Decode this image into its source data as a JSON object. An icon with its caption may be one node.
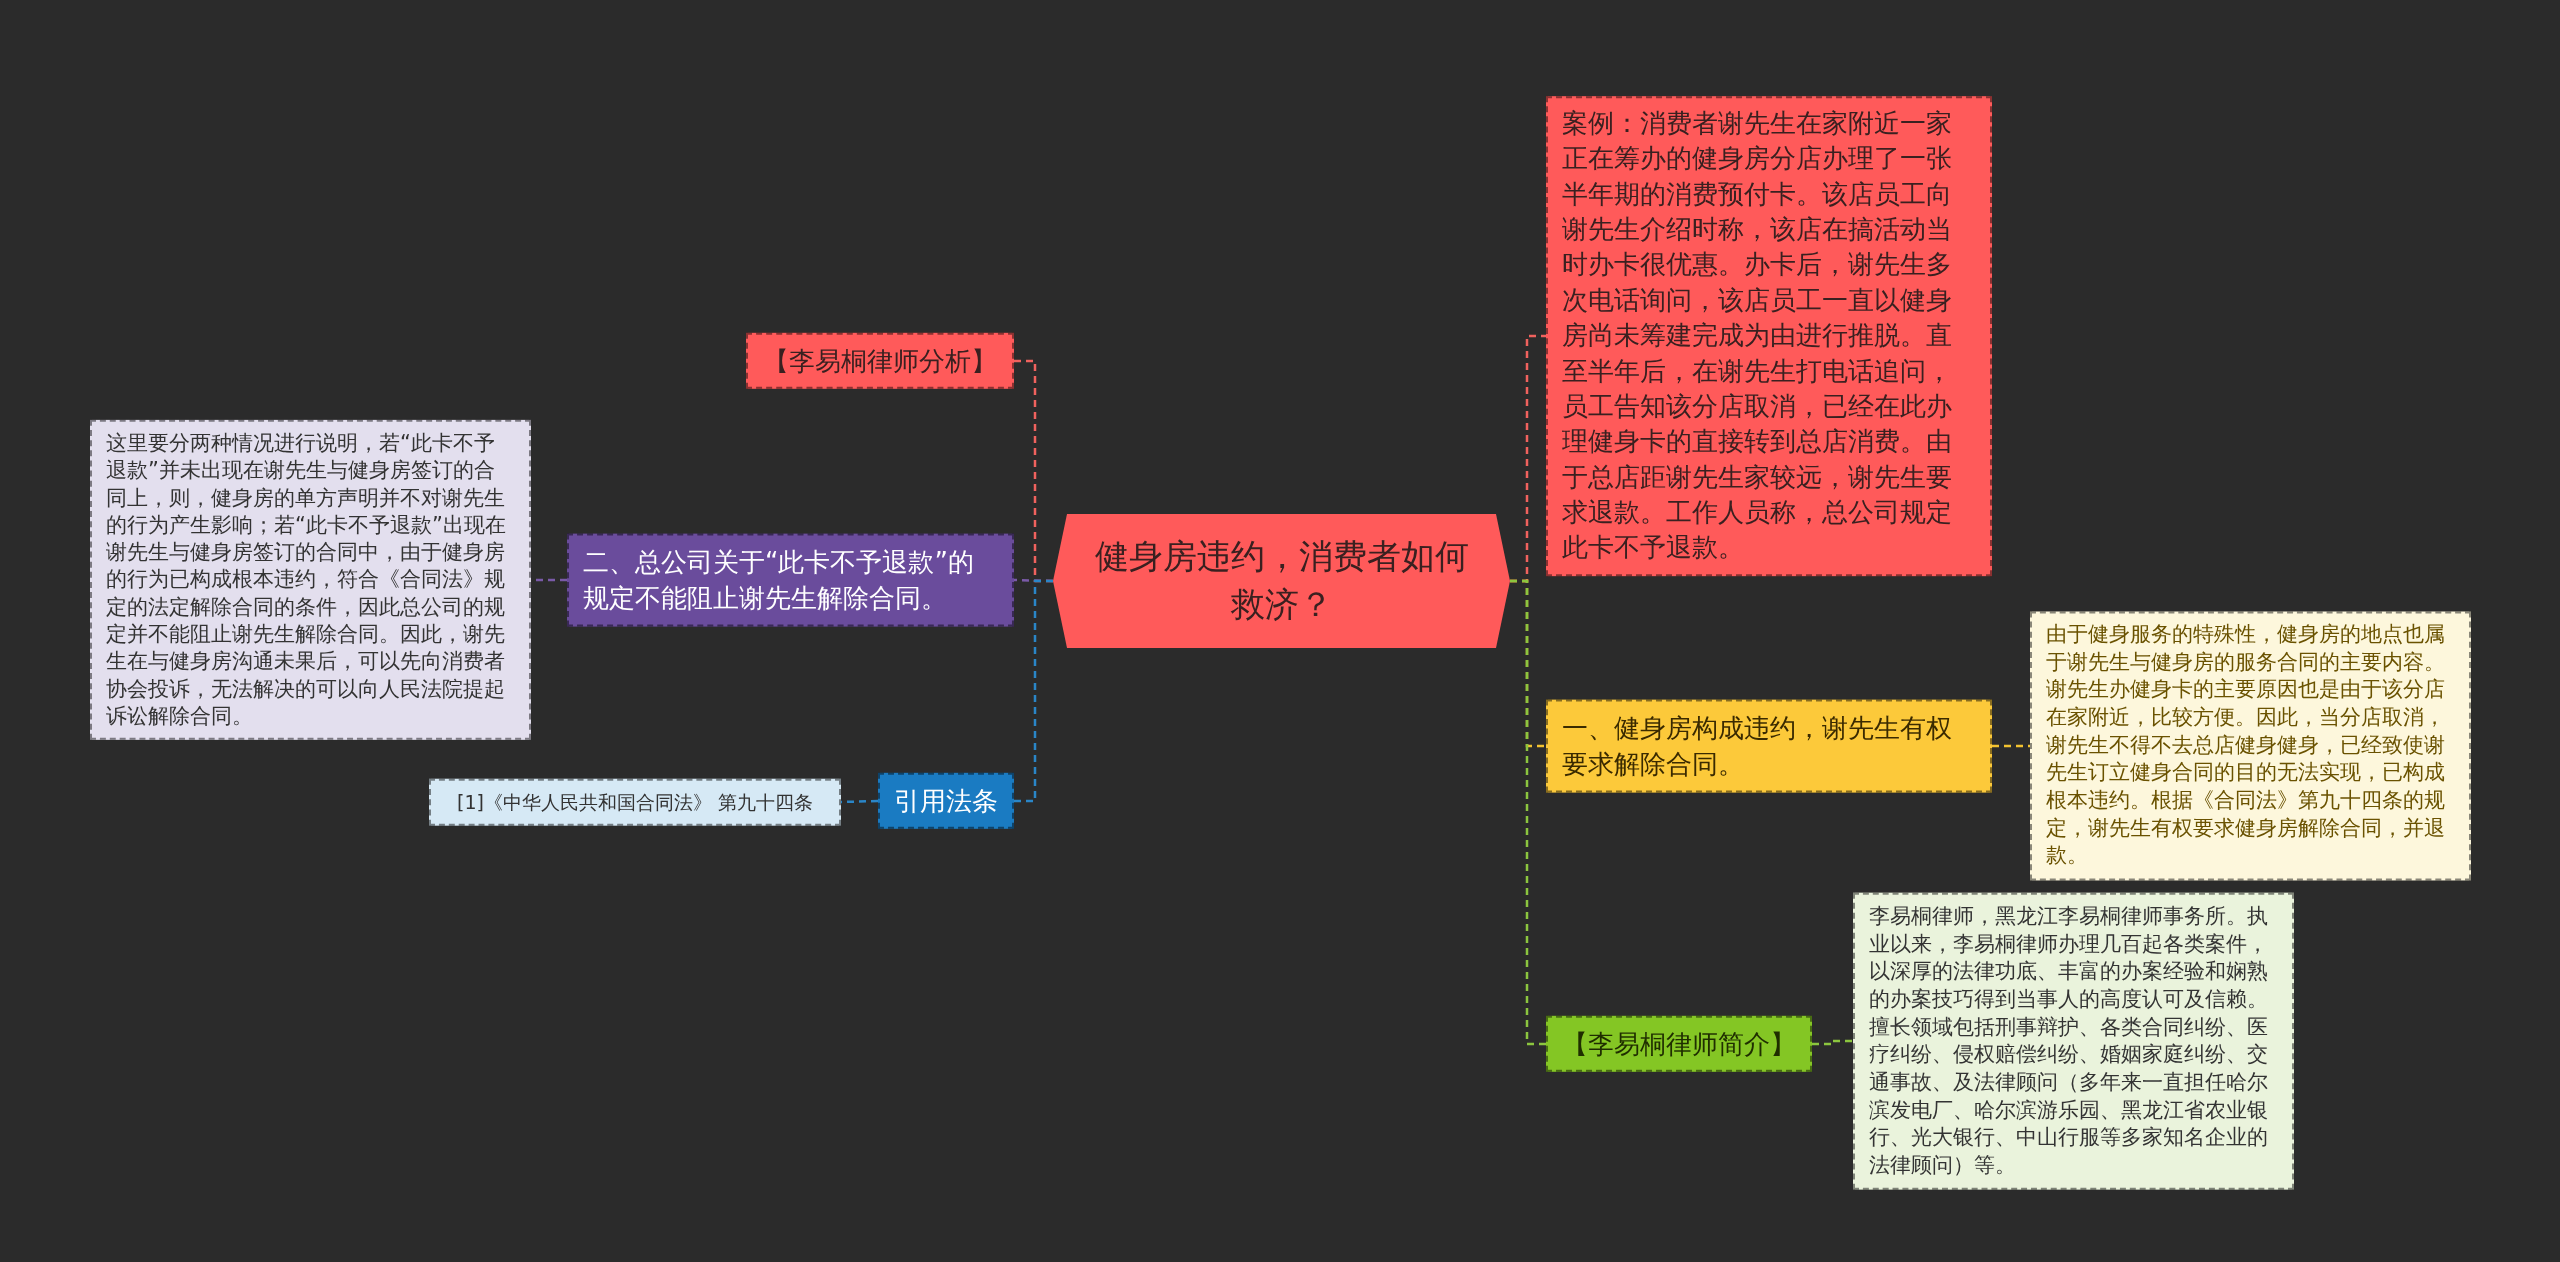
{
  "diagram": {
    "nodes": [
      {
        "text": [
          "健身房违约，消费者如何救济？"
        ]
      },
      {
        "text": [
          "【李易桐律师分析】"
        ]
      },
      {
        "text": [
          "二、总公司关于“此卡不予退款”的规定不能阻止谢先生解除合同。"
        ]
      },
      {
        "text": [
          "这里要分两种情况进行说明，若“此卡不予退款”并未出现在谢先生与健身房签订的合同上，则，健身房的单方声明并不对谢先生的行为产生影响；若“此卡不予退款”出现在谢先生与健身房签订的合同中，由于健身房的行为已构成根本违约，符合《合同法》规定的法定解除合同的条件，因此总公司的规定并不能阻止谢先生解除合同。因此，谢先生在与健身房沟通未果后，可以先向消费者协会投诉，无法解决的可以向人民法院提起诉讼解除合同。"
        ]
      },
      {
        "text": [
          "引用法条"
        ]
      },
      {
        "text": [
          "[1]《中华人民共和国合同法》 第九十四条"
        ]
      },
      {
        "text": [
          "案例：消费者谢先生在家附近一家正在筹办的健身房分店办理了一张半年期的消费预付卡。该店员工向谢先生介绍时称，该店在搞活动当时办卡很优惠。办卡后，谢先生多次电话询问，该店员工一直以健身房尚未筹建完成为由进行推脱。直至半年后，在谢先生打电话追问，员工告知该分店取消，已经在此办理健身卡的直接转到总店消费。由于总店距谢先生家较远，谢先生要求退款。工作人员称，总公司规定此卡不予退款。"
        ]
      },
      {
        "text": [
          "一、健身房构成违约，谢先生有权要求解除合同。"
        ]
      },
      {
        "text": [
          "由于健身服务的特殊性，健身房的地点也属于谢先生与健身房的服务合同的主要内容。谢先生办健身卡的主要原因也是由于该分店在家附近，比较方便。因此，当分店取消，谢先生不得不去总店健身健身，已经致使谢先生订立健身合同的目的无法实现，已构成根本违约。根据《合同法》第九十四条的规定，谢先生有权要求健身房解除合同，并退款。"
        ]
      },
      {
        "text": [
          "【李易桐律师简介】"
        ]
      },
      {
        "text": [
          "李易桐律师，黑龙江李易桐律师事务所。执业以来，李易桐律师办理几百起各类案件，以深厚的法律功底、丰富的办案经验和娴熟的办案技巧得到当事人的高度认可及信赖。擅长领域包括刑事辩护、各类合同纠纷、医疗纠纷、侵权赔偿纠纷、婚姻家庭纠纷、交通事故、及法律顾问（多年来一直担任哈尔滨发电厂、哈尔滨游乐园、黑龙江省农业银行、光大银行、中山行服等多家知名企业的法律顾问）等。"
        ]
      }
    ],
    "edges": [
      {
        "from": 0,
        "to": 1,
        "arrow": "none",
        "style": "dashed",
        "color": "#f0625e"
      },
      {
        "from": 0,
        "to": 2,
        "arrow": "none",
        "style": "dashed",
        "color": "#7a5aa8"
      },
      {
        "from": 2,
        "to": 3,
        "arrow": "none",
        "style": "dashed",
        "color": "#7a5aa8"
      },
      {
        "from": 0,
        "to": 4,
        "arrow": "none",
        "style": "dashed",
        "color": "#2a86c8"
      },
      {
        "from": 4,
        "to": 5,
        "arrow": "none",
        "style": "dashed",
        "color": "#2a86c8"
      },
      {
        "from": 0,
        "to": 6,
        "arrow": "none",
        "style": "dashed",
        "color": "#f0625e"
      },
      {
        "from": 0,
        "to": 7,
        "arrow": "none",
        "style": "dashed",
        "color": "#f2c230"
      },
      {
        "from": 7,
        "to": 8,
        "arrow": "none",
        "style": "dashed",
        "color": "#f2c230"
      },
      {
        "from": 0,
        "to": 9,
        "arrow": "none",
        "style": "dashed",
        "color": "#8cc63f"
      },
      {
        "from": 9,
        "to": 10,
        "arrow": "none",
        "style": "dashed",
        "color": "#8cc63f"
      }
    ]
  }
}
